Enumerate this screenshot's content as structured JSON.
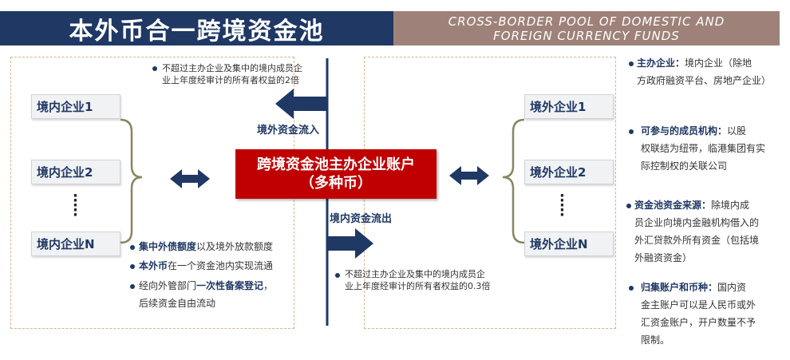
{
  "header": {
    "title": "本外币合一跨境资金池",
    "subtitle_line1": "CROSS-BORDER POOL OF DOMESTIC AND",
    "subtitle_line2": "FOREIGN CURRENCY FUNDS"
  },
  "left_panel": {
    "entities": [
      "境内企业1",
      "境内企业2",
      "境内企业N"
    ],
    "bullets": [
      {
        "bold": "集中外债额度",
        "text": "以及境外放款额度"
      },
      {
        "bold": "本外币",
        "text": "在一个资金池内实现流通"
      },
      {
        "pre": "经向外管部门",
        "bold": "一次性备案登记",
        "post": "，",
        "line2": "后续资金自由流动"
      }
    ]
  },
  "right_panel": {
    "entities": [
      "境外企业1",
      "境外企业2",
      "境外企业N"
    ]
  },
  "center": {
    "account_line1": "跨境资金池主办企业账户",
    "account_line2": "（多种币）",
    "inflow_label": "境外资金流入",
    "outflow_label": "境内资金流出",
    "inflow_note_line1": "不超过主办企业及集中的境内成员企",
    "inflow_note_line2": "业上年度经审计的所有者权益的2倍",
    "outflow_note_line1": "不超过主办企业及集中的境内成员企",
    "outflow_note_line2": "业上年度经审计的所有者权益的0.3倍"
  },
  "right_notes": [
    {
      "bold": "主办企业：",
      "lines": [
        "境内企业（除地",
        "方政府融资平台、房地产企业）"
      ]
    },
    {
      "bold": "可参与的成员机构：",
      "lines": [
        "以股",
        "权联结为纽带，临港集团有实",
        "际控制权的关联公司"
      ]
    },
    {
      "bold": "资金池资金来源：",
      "lines": [
        "除境内成",
        "员企业向境内金融机构借入的",
        "外汇贷款外所有资金（包括境",
        "外融资资金）"
      ]
    },
    {
      "bold": "归集账户和币种：",
      "lines": [
        "国内资",
        "金主账户可以是人民币或外",
        "汇资金账户，开户数量不予",
        "限制。"
      ]
    }
  ],
  "colors": {
    "navy": "#1f3864",
    "red": "#c00000",
    "taupe": "#9e8279",
    "olive": "#8a8560",
    "dash": "#d9b48a"
  }
}
